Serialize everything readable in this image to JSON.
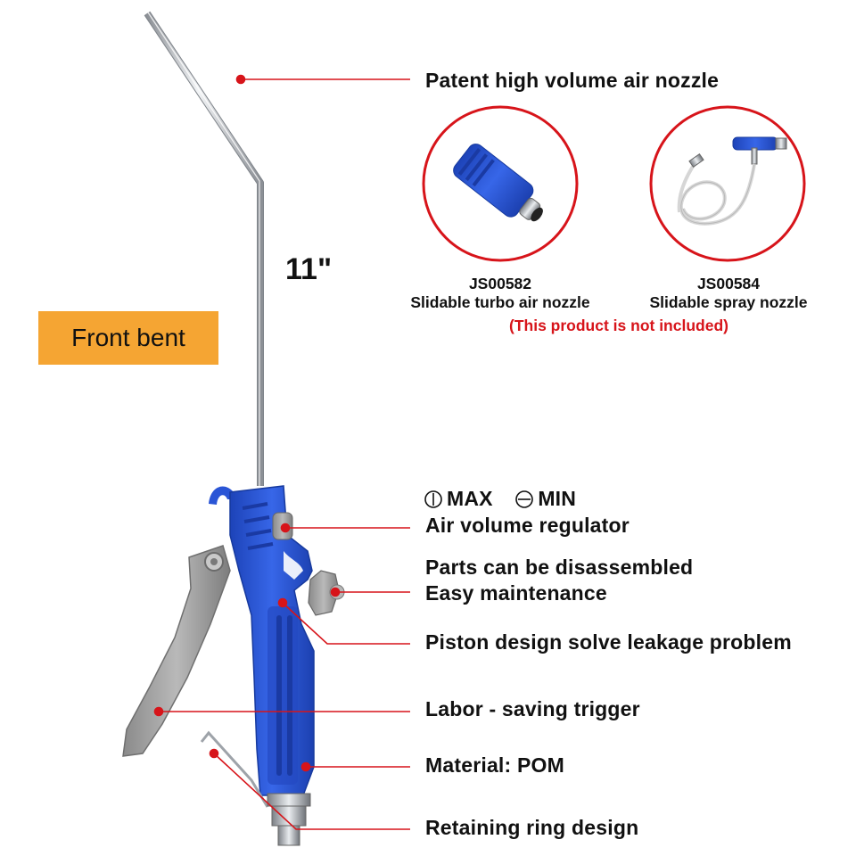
{
  "badge": {
    "label": "Front bent"
  },
  "length_label": "11\"",
  "callouts": {
    "nozzle": "Patent high volume air nozzle",
    "regulator": "Air volume regulator",
    "disassemble_1": "Parts can be disassembled",
    "disassemble_2": "Easy maintenance",
    "piston": "Piston design solve leakage problem",
    "trigger": "Labor - saving trigger",
    "material": "Material: POM",
    "ring": "Retaining ring design"
  },
  "regulator_modes": {
    "max": "MAX",
    "min": "MIN",
    "max_icon": "circle-vertical-bar-icon",
    "min_icon": "circle-horizontal-bar-icon"
  },
  "accessories": [
    {
      "code": "JS00582",
      "name": "Slidable turbo air nozzle"
    },
    {
      "code": "JS00584",
      "name": "Slidable spray nozzle"
    }
  ],
  "accessory_note": "(This product is not included)",
  "colors": {
    "leader": "#d7141a",
    "badge": "#f5a533",
    "note": "#d7141a",
    "body": "#2a55d6",
    "trigger": "#9a9a9a",
    "tube": "#c9cdd2"
  }
}
